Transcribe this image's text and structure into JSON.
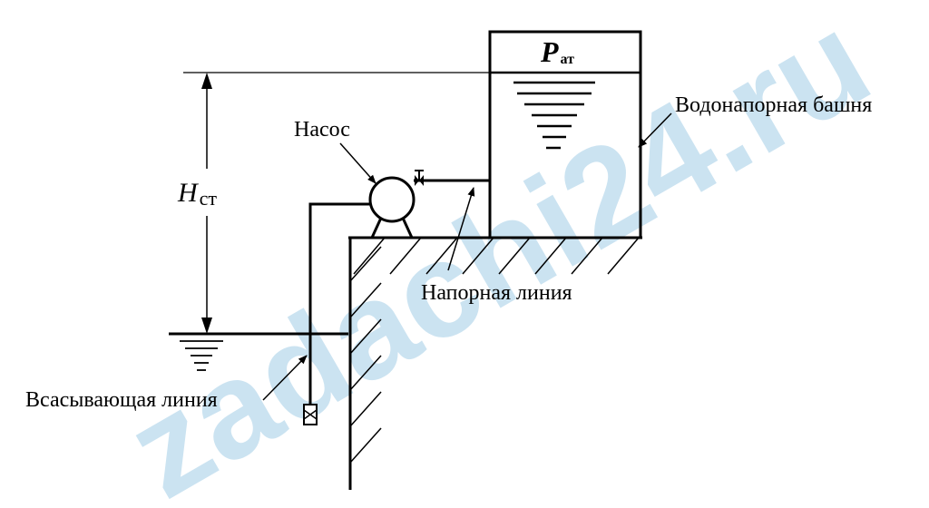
{
  "labels": {
    "pump": "Насос",
    "tower": "Водонапорная башня",
    "discharge_line": "Напорная линия",
    "suction_line": "Всасывающая линия",
    "head_symbol": "H",
    "head_subscript": "ст",
    "pressure_symbol": "P",
    "pressure_subscript": "ат"
  },
  "watermark": "zadachi24.ru",
  "colors": {
    "line": "#000000",
    "pipe": "#1a3d5c",
    "watermark": "#b9d9ec"
  }
}
